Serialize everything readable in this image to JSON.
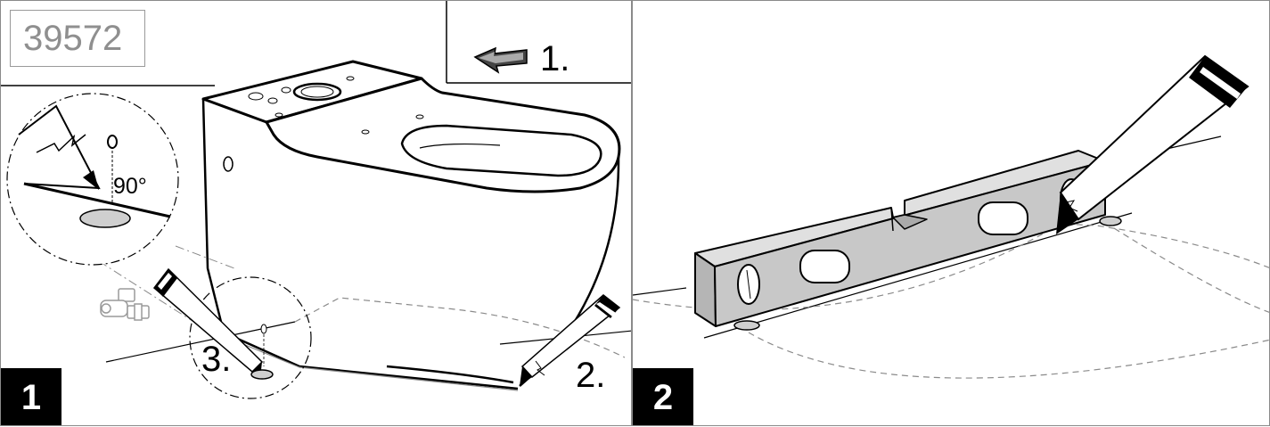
{
  "product_code": "39572",
  "panel_1": {
    "step_number": "1",
    "callouts": [
      "1.",
      "2.",
      "3."
    ],
    "angle_label": "90°"
  },
  "panel_2": {
    "step_number": "2"
  },
  "colors": {
    "line": "#000000",
    "guide": "#8a8a8a",
    "badge_background": "#000000",
    "badge_text": "#ffffff",
    "code_text": "#8f8f8f",
    "hole": "#cfcfcf",
    "level_body": "#c8c8c8"
  },
  "icons": [
    "arrow-icon",
    "toilet-bowl-illustration",
    "pencil-icon",
    "angle-valve-icon",
    "spirit-level-illustration",
    "magnifier-circle"
  ]
}
